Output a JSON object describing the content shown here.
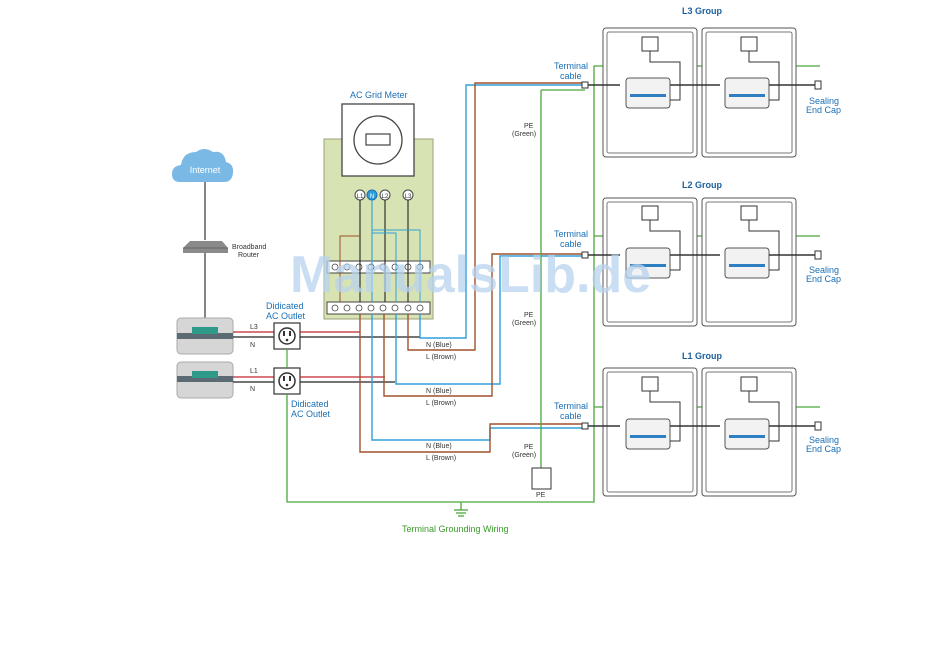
{
  "labels": {
    "internet": "Internet",
    "router_line1": "Broadband",
    "router_line2": "Router",
    "ac_grid_meter": "AC Grid Meter",
    "outlet_top_line1": "Didicated",
    "outlet_top_line2": "AC Outlet",
    "outlet_bottom_line1": "Didicated",
    "outlet_bottom_line2": "AC Outlet",
    "gw1_l": "L3",
    "gw1_n": "N",
    "gw2_l": "L1",
    "gw2_n": "N",
    "meter_l1": "L1",
    "meter_n": "N",
    "meter_l2": "L2",
    "meter_l3": "L3",
    "terminal_cable_line1": "Terminal",
    "terminal_cable_line2": "cable",
    "pe": "PE",
    "pe_green": "(Green)",
    "n_blue": "N (Blue)",
    "l_brown": "L (Brown)",
    "pe_box": "PE",
    "sealing_line1": "Sealing",
    "sealing_line2": "End Cap",
    "grounding": "Terminal Grounding Wiring",
    "group_l3": "L3 Group",
    "group_l2": "L2 Group",
    "group_l1": "L1 Group",
    "watermark": "ManualsLib.de"
  },
  "colors": {
    "blue_wire": "#2ea0d8",
    "brown_wire": "#a0522d",
    "green_wire": "#4aa83a",
    "red_wire": "#c0282d",
    "black_wire": "#222222",
    "label_blue": "#1a6fb5",
    "meter_panel": "#d8e3b4"
  }
}
